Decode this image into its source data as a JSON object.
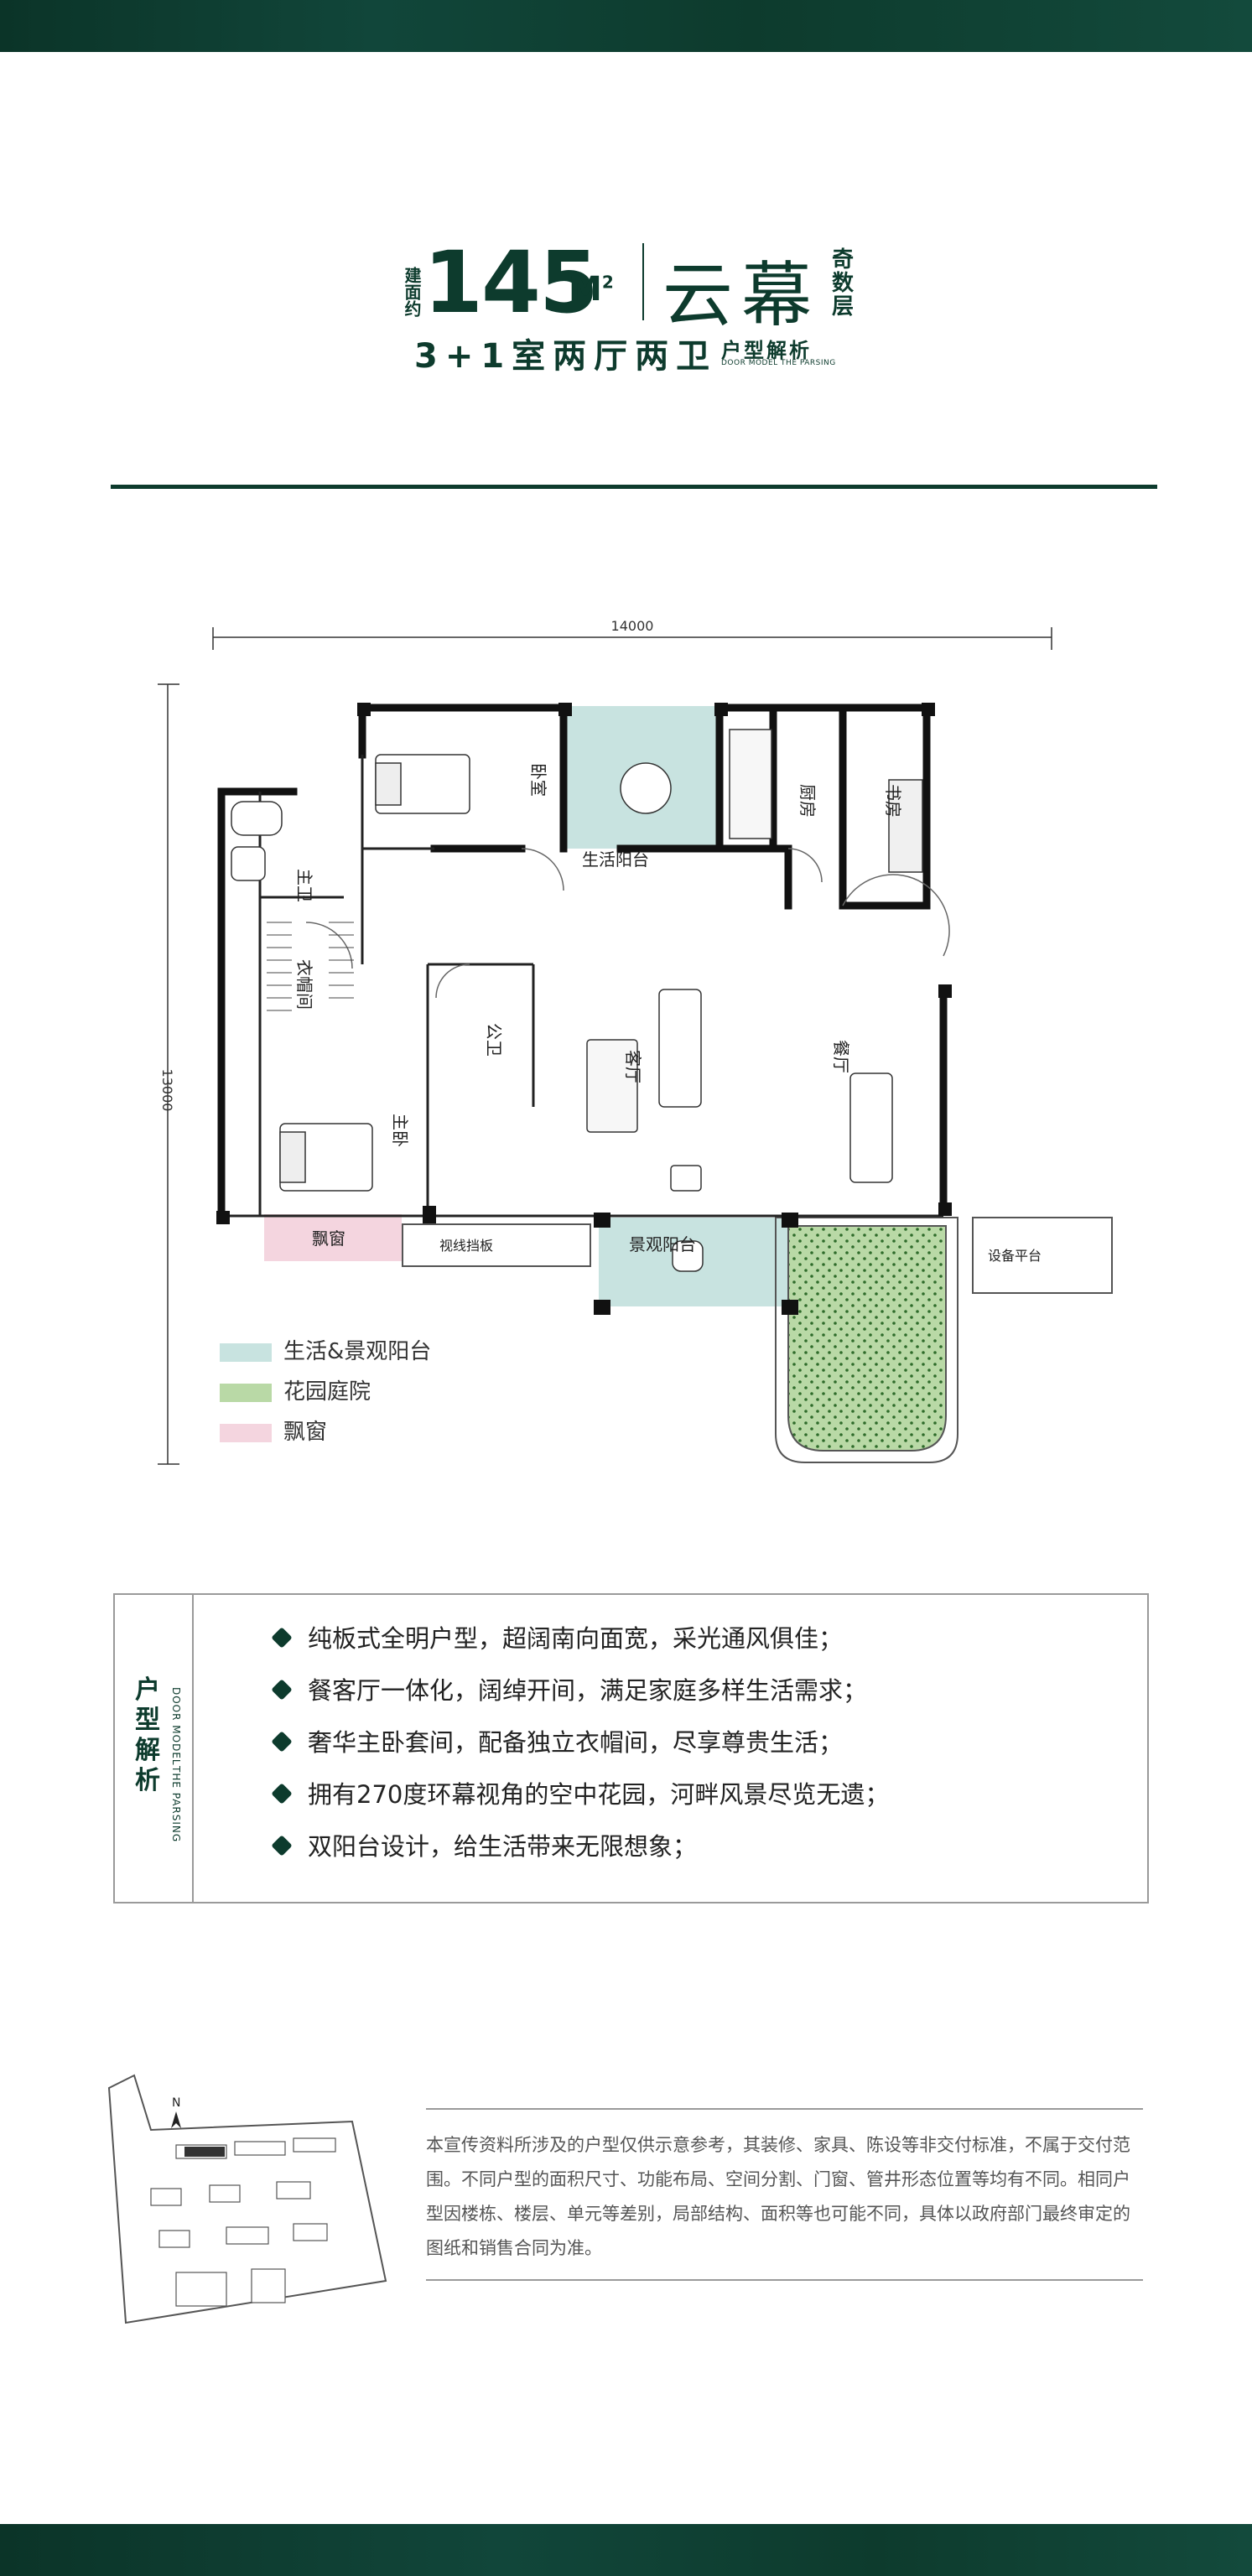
{
  "header": {
    "approx_label": "建面约",
    "area_number": "145",
    "area_unit": "M",
    "area_unit_sup": "2",
    "name": "云幕",
    "floor_label": "奇数层",
    "rooms": "3+1室两厅两卫",
    "analysis_title": "户型解析",
    "analysis_subtitle": "DOOR MODEL THE PARSING"
  },
  "plan": {
    "dim_width": "14000",
    "dim_height": "13000",
    "rooms": {
      "bedroom": "卧室",
      "living_balcony": "生活阳台",
      "kitchen": "厨房",
      "study": "书房",
      "master_bath": "主卫",
      "wardrobe": "衣帽间",
      "public_bath": "公卫",
      "living_room": "客厅",
      "dining_room": "餐厅",
      "master_bedroom": "主卧",
      "bay_window": "飘窗",
      "view_baffle": "视线挡板",
      "view_balcony": "景观阳台",
      "equipment_platform": "设备平台"
    },
    "colors": {
      "balcony": "#c8e3e0",
      "garden": "#b9d9a6",
      "bay": "#f4d5df",
      "wall": "#111111"
    }
  },
  "legend": [
    {
      "label": "生活&景观阳台",
      "color": "#c8e3e0"
    },
    {
      "label": "花园庭院",
      "color": "#b9d9a6"
    },
    {
      "label": "飘窗",
      "color": "#f4d5df"
    }
  ],
  "analysis": {
    "side_title": "户型解析",
    "side_subtitle_1": "DOOR MODEL",
    "side_subtitle_2": "THE PARSING",
    "points": [
      "纯板式全明户型，超阔南向面宽，采光通风俱佳；",
      "餐客厅一体化，阔绰开间，满足家庭多样生活需求；",
      "奢华主卧套间，配备独立衣帽间，尽享尊贵生活；",
      "拥有270度环幕视角的空中花园，河畔风景尽览无遗；",
      "双阳台设计，给生活带来无限想象；"
    ]
  },
  "site": {
    "north": "N"
  },
  "disclaimer": "本宣传资料所涉及的户型仅供示意参考，其装修、家具、陈设等非交付标准，不属于交付范围。不同户型的面积尺寸、功能布局、空间分割、门窗、管井形态位置等均有不同。相同户型因楼栋、楼层、单元等差别，局部结构、面积等也可能不同，具体以政府部门最终审定的图纸和销售合同为准。"
}
